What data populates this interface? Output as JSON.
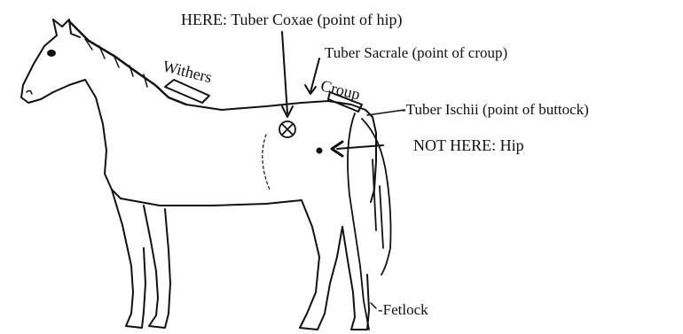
{
  "labels": {
    "here": "HERE:",
    "tuber_coxae": "Tuber Coxae (point of hip)",
    "tuber_sacrale": "Tuber Sacrale (point of croup)",
    "croup": "Croup",
    "withers": "Withers",
    "tuber_ischii": "-Tuber Ischii (point of buttock)",
    "not_here": "NOT HERE:",
    "hip": "Hip",
    "fetlock": "-Fetlock"
  },
  "colors": {
    "ink": "#111111",
    "background": "#ffffff"
  }
}
